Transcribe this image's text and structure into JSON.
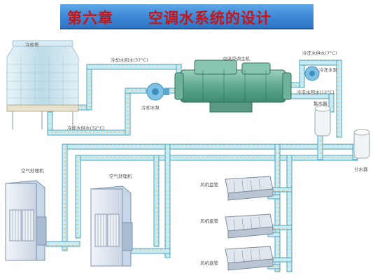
{
  "title": "第六章      空调水系统的设计",
  "labels": {
    "cooling_tower": "冷却塔",
    "cooling_return": "冷却水回水(37°C)",
    "cooling_pump": "冷却水泵",
    "cooling_supply": "冷却水供水(32°C)",
    "chiller": "中央空调主机",
    "chilled_supply": "冷冻水供水(7°C)",
    "chilled_pump": "冷冻水泵",
    "chilled_return": "冷冻水回水(12°C)",
    "collector": "集水器",
    "distributor": "分水器",
    "ahu_left": "空气处理机",
    "ahu_right": "空气处理机",
    "fcu_1": "风机盘管",
    "fcu_2": "风机盘管",
    "fcu_3": "风机盘管"
  },
  "colors": {
    "title_text": "#c81414",
    "title_bar": "#3b86d6",
    "pipe_fill": "#bfe6f3",
    "pipe_edge": "#4aa6c4",
    "equipment_green": "#6fb39a",
    "tower_blue": "#cde6f0"
  }
}
